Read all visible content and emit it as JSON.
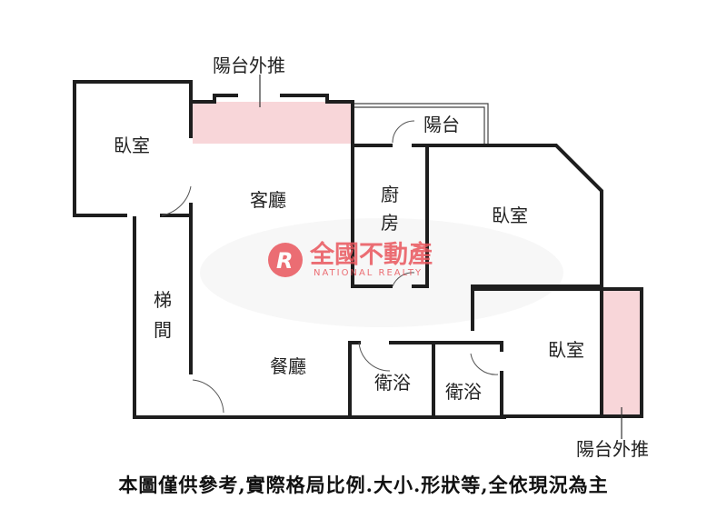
{
  "plan": {
    "callout_balcony_top": "陽台外推",
    "balcony": "陽台",
    "bedroom_nw": "臥室",
    "living_room": "客廳",
    "kitchen_line1": "廚",
    "kitchen_line2": "房",
    "bedroom_ne": "臥室",
    "stairs_line1": "梯",
    "stairs_line2": "間",
    "dining_room": "餐廳",
    "bath_left": "衛浴",
    "bath_right": "衛浴",
    "bedroom_se": "臥室",
    "callout_balcony_right": "陽台外推",
    "highlight_color": "#f8d6d9"
  },
  "watermark": {
    "brand": "全國不動產",
    "brand_en": "NATIONAL REALTY",
    "color": "#e9555c"
  },
  "disclaimer": "本圖僅供參考,實際格局比例.大小.形狀等,全依現況為主"
}
